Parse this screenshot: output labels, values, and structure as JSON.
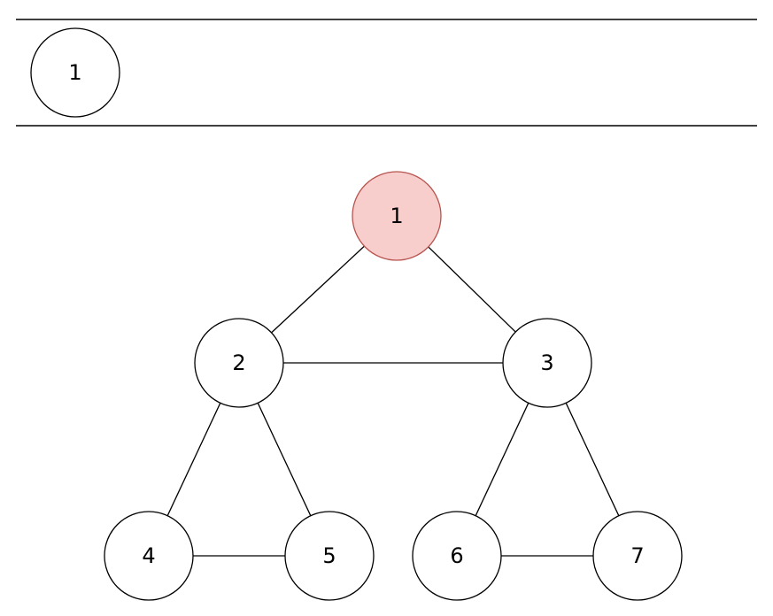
{
  "queue": {
    "items": [
      "1"
    ]
  },
  "graph": {
    "nodes": [
      {
        "id": "1",
        "label": "1",
        "highlighted": true
      },
      {
        "id": "2",
        "label": "2",
        "highlighted": false
      },
      {
        "id": "3",
        "label": "3",
        "highlighted": false
      },
      {
        "id": "4",
        "label": "4",
        "highlighted": false
      },
      {
        "id": "5",
        "label": "5",
        "highlighted": false
      },
      {
        "id": "6",
        "label": "6",
        "highlighted": false
      },
      {
        "id": "7",
        "label": "7",
        "highlighted": false
      }
    ],
    "edges": [
      [
        "1",
        "2"
      ],
      [
        "1",
        "3"
      ],
      [
        "2",
        "3"
      ],
      [
        "2",
        "4"
      ],
      [
        "2",
        "5"
      ],
      [
        "4",
        "5"
      ],
      [
        "3",
        "6"
      ],
      [
        "3",
        "7"
      ],
      [
        "6",
        "7"
      ]
    ]
  },
  "colors": {
    "highlight_fill": "#f8cecc",
    "highlight_stroke": "#b85450",
    "stroke": "#000000",
    "fill": "#ffffff"
  }
}
